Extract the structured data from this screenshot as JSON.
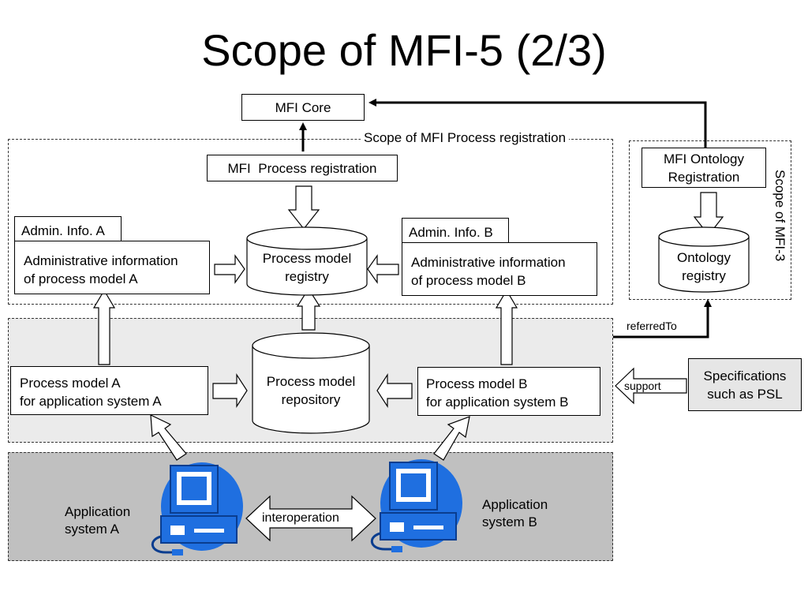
{
  "title": "Scope of MFI-5 (2/3)",
  "regions": {
    "process_registration_scope": "Scope of MFI Process registration",
    "mfi3_scope": "Scope of MFI-3"
  },
  "boxes": {
    "mfi_core": "MFI Core",
    "process_registration": "MFI  Process registration",
    "admin_info_a_tab": "Admin. Info. A",
    "admin_info_b_tab": "Admin. Info. B",
    "admin_info_a": [
      "Administrative information",
      "of process model A"
    ],
    "admin_info_b": [
      "Administrative information",
      "of process model B"
    ],
    "ontology_registration": [
      "MFI Ontology",
      "Registration"
    ],
    "process_model_a": [
      "Process model A",
      "for application system A"
    ],
    "process_model_b": [
      "Process model B",
      "for application system B"
    ],
    "specifications": [
      "Specifications",
      "such as PSL"
    ]
  },
  "cylinders": {
    "process_model_registry": [
      "Process model",
      "registry"
    ],
    "ontology_registry": [
      "Ontology",
      "registry"
    ],
    "process_model_repository": [
      "Process model",
      "repository"
    ]
  },
  "labels": {
    "referred_to": "referredTo",
    "support": "support",
    "interoperation": "interoperation",
    "application_a": [
      "Application",
      "system A"
    ],
    "application_b": [
      "Application",
      "system B"
    ]
  },
  "colors": {
    "middle_band": "#ebebeb",
    "bottom_band": "#c0c0c0",
    "computer_blue": "#1f6fe0",
    "spec_box": "#e6e6e6"
  },
  "icons": [
    "computer-icon"
  ]
}
